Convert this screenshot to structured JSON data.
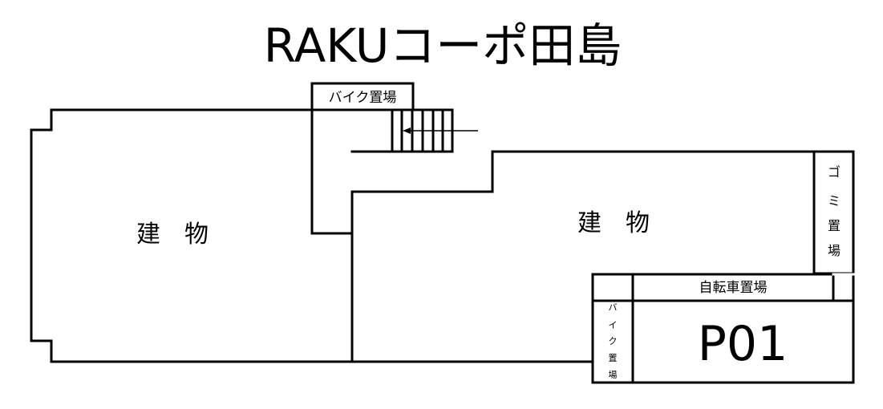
{
  "title": "RAKUコーポ田島",
  "labels": {
    "building_left": "建　物",
    "building_right": "建　物",
    "bike_parking_top": "バイク置場",
    "garbage_area": [
      "ゴ",
      "ミ",
      "置",
      "場"
    ],
    "bicycle_parking": "自転車置場",
    "bike_parking_bottom": [
      "バ",
      "イ",
      "ク",
      "置",
      "場"
    ],
    "parking_space": "P01"
  }
}
